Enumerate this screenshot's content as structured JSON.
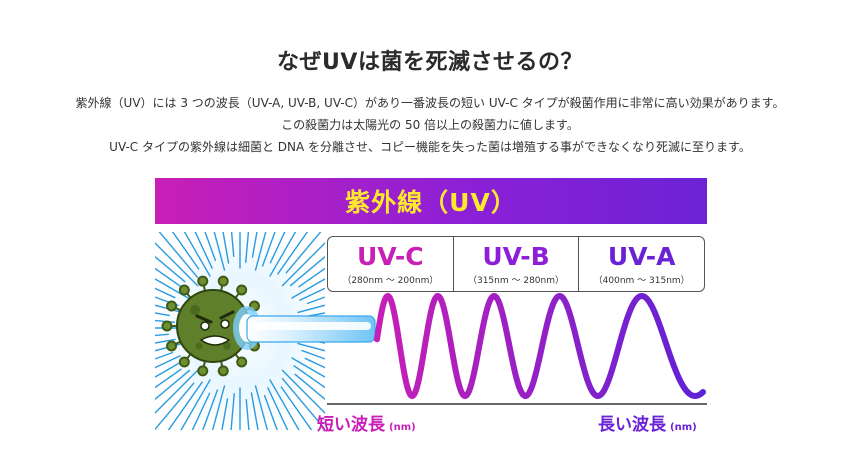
{
  "heading": {
    "title": "なぜUVは菌を死滅させるの？"
  },
  "description": {
    "lines": [
      "紫外線（UV）には 3 つの波長（UV-A, UV-B, UV-C）があり一番波長の短い UV-C タイプが殺菌作用に非常に高い効果があります。",
      "この殺菌力は太陽光の 50 倍以上の殺菌力に値します。",
      "UV-C タイプの紫外線は細菌と DNA を分離させ、コピー機能を失った菌は増殖する事ができなくなり死滅に至ります。"
    ]
  },
  "diagram": {
    "banner_label": "紫外線（UV）",
    "bands": [
      {
        "name": "UV-C",
        "range": "（280nm 〜 200nm）",
        "color": "#c81fb6"
      },
      {
        "name": "UV-B",
        "range": "（315nm 〜 280nm）",
        "color": "#8d20d6"
      },
      {
        "name": "UV-A",
        "range": "（400nm 〜 315nm）",
        "color": "#6a22d6"
      }
    ],
    "axis": {
      "left_label": "短い波長",
      "right_label": "長い波長",
      "unit": "(nm)"
    },
    "colors": {
      "wave_start": "#c81fb6",
      "wave_end": "#5e22d6",
      "virus_body": "#5f7f2b",
      "beam": "#bfe6ff"
    },
    "icons": {
      "virus": "virus-icon",
      "beam": "uv-beam"
    }
  }
}
